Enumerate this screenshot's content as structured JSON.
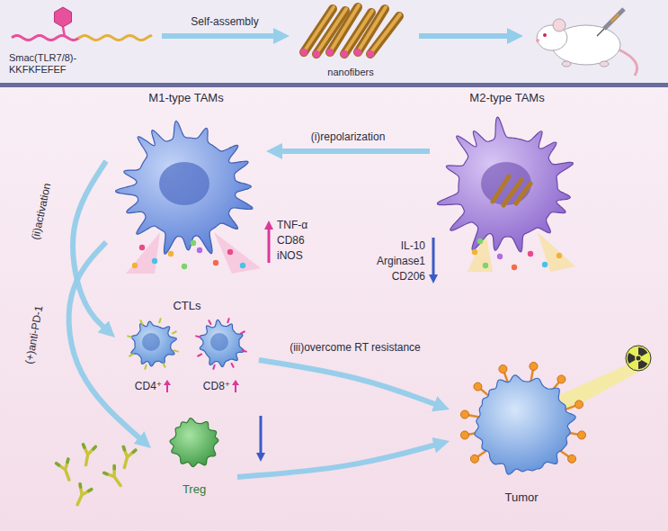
{
  "diagram": {
    "nodes": [
      {
        "text": [
          "Smac(TLR7/8)- KKFKFEFEF"
        ]
      },
      {
        "text": [
          "nanofibers"
        ]
      },
      {
        "text": [
          "M1-type TAMs"
        ]
      },
      {
        "text": [
          "M2-type TAMs"
        ]
      },
      {
        "text": [
          "CTLs"
        ]
      },
      {
        "text": [
          "CD4⁺"
        ],
        "in": 4
      },
      {
        "text": [
          "CD8⁺"
        ],
        "in": 4
      },
      {
        "text": [
          "Treg"
        ]
      },
      {
        "text": [
          "Tumor"
        ]
      }
    ],
    "edges": [
      {
        "from": 0,
        "to": 1,
        "label": "Self-assembly",
        "arrow": "to"
      },
      {
        "from": 3,
        "to": 2,
        "label": "(i)repolarization",
        "arrow": "to"
      },
      {
        "from": 2,
        "to": 4,
        "label": "(ii)activation",
        "arrow": "to"
      },
      {
        "from": 2,
        "to": 7,
        "label": "(+)anti-PD-1",
        "arrow": "to"
      },
      {
        "from": 4,
        "to": 8,
        "label": "(iii)overcome RT resistance",
        "arrow": "to"
      },
      {
        "from": 7,
        "to": 8,
        "arrow": "to"
      }
    ],
    "labels": [
      "TNF-α",
      "CD86",
      "iNOS",
      "IL-10",
      "Arginase1",
      "CD206"
    ]
  }
}
